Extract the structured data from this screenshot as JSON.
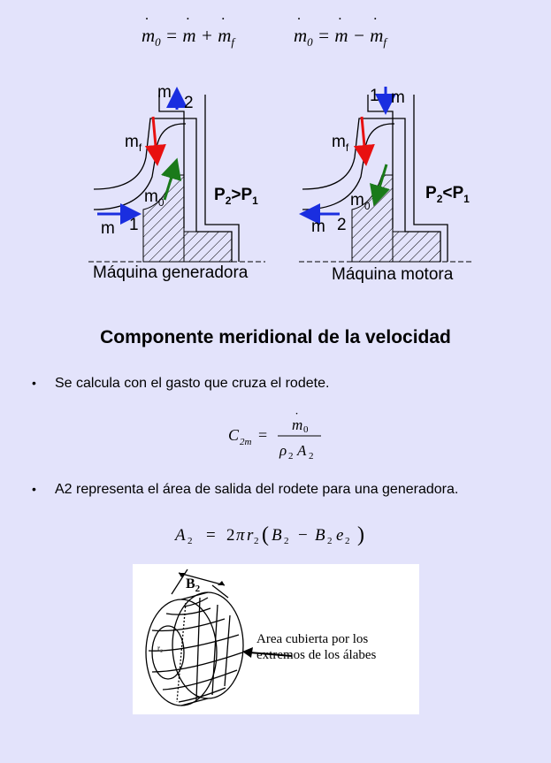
{
  "equations": {
    "generator": "ṁ0 = ṁ + ṁf",
    "motor": "ṁ0 = ṁ − ṁf",
    "c2m": "C2m = ṁ0 / (ρ2 A2)",
    "a2": "A2 = 2πr2 (B2 − B2 e2)"
  },
  "diagram_generator": {
    "m_top": "m",
    "two": "2",
    "mf": "m",
    "mf_sub": "f",
    "m0": "m",
    "m0_sub": "0",
    "pressure": "P",
    "pressure_sub1": "2",
    "pressure_rel": ">",
    "pressure_main2": "P",
    "pressure_sub2": "1",
    "m_left": "m",
    "one": "1",
    "caption": "Máquina generadora"
  },
  "diagram_motor": {
    "one": "1",
    "m_top": "m",
    "mf": "m",
    "mf_sub": "f",
    "m0": "m",
    "m0_sub": "0",
    "pressure": "P",
    "pressure_sub1": "2",
    "pressure_rel": "<",
    "pressure_main2": "P",
    "pressure_sub2": "1",
    "m_left": "m",
    "two": "2",
    "caption": "Máquina motora"
  },
  "heading": "Componente meridional de la velocidad",
  "bullets": [
    "Se calcula con el gasto que cruza el rodete.",
    "A2 representa el área de salida del rodete para una generadora."
  ],
  "bullet_symbol": "•",
  "figure": {
    "b2_label": "B",
    "b2_sub": "2",
    "r2_label": "r₂",
    "annotation_line1": "Area cubierta por los",
    "annotation_line2": "extremos de los álabes"
  },
  "colors": {
    "background": "#e3e3fb",
    "arrow_red": "#e81010",
    "arrow_blue": "#1a2ee0",
    "arrow_green": "#1a7a1a"
  }
}
